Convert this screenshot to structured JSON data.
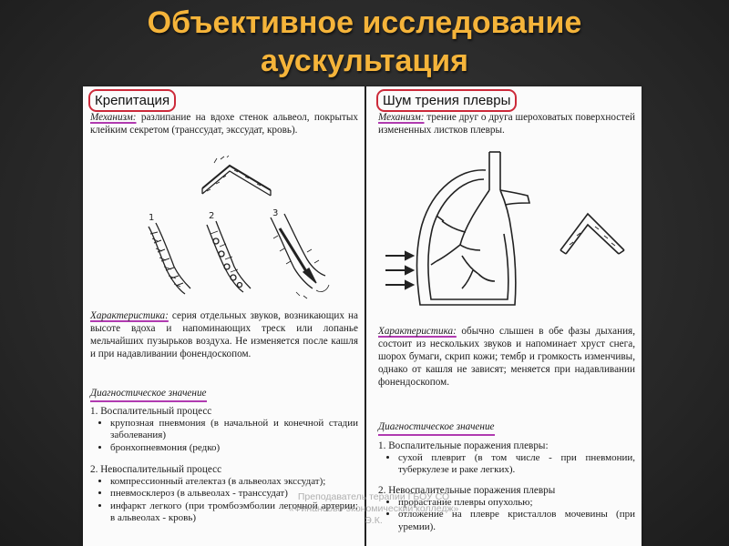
{
  "slide": {
    "title_line1": "Объективное исследование",
    "title_line2": "аускультация"
  },
  "left": {
    "heading": "Крепитация",
    "mechanism_label": "Механизм:",
    "mechanism_text": " разлипание на вдохе стенок альвеол, покрытых клейким секретом (транссудат, экссудат, кровь).",
    "stage_labels": [
      "1",
      "2",
      "3"
    ],
    "characteristic_label": "Характеристика:",
    "characteristic_text": " серия отдельных звуков, возникающих на высоте вдоха и напоминающих треск или лопанье мельчайших пузырьков воздуха. Не изменяется после кашля и при надавливании фонендоскопом.",
    "diag_title": "Диагностическое значение",
    "group1_title": "1. Воспалительный процесс",
    "group1_items": [
      "крупозная пневмония (в начальной и конечной стадии заболевания)",
      "бронхопневмония (редко)"
    ],
    "group2_title": "2. Невоспалительный процесс",
    "group2_items": [
      "компрессионный ателектаз (в альвеолах экссудат);",
      "пневмосклероз (в альвеолах - транссудат)",
      "инфаркт легкого (при тромбоэмболии легочной артерии; в альвеолах - кровь)"
    ]
  },
  "right": {
    "heading": "Шум трения плевры",
    "mechanism_label": "Механизм:",
    "mechanism_text": " трение друг о друга шероховатых поверхностей измененных листков плевры.",
    "characteristic_label": "Характеристика:",
    "characteristic_text": " обычно слышен в обе фазы дыхания, состоит из нескольких звуков и напоминает хруст снега, шорох бумаги, скрип кожи; тембр и громкость изменчивы, однако от кашля не зависят; меняется при надавливании фонендоскопом.",
    "diag_title": "Диагностическое значение",
    "group1_title": "1. Воспалительные поражения плевры:",
    "group1_items": [
      "сухой плеврит (в том числе - при пневмонии, туберкулезе и раке легких)."
    ],
    "group2_title": "2. Невоспалительные поражения плевры",
    "group2_items": [
      "прорастание плевры опухолью;",
      "отложение на плевре кристаллов мочевины (при уремии)."
    ]
  },
  "footer": {
    "line1": "Преподаватель терапии ГБОУ СО",
    "line2": "«Финансово-экономический колледж»",
    "line3": "Э.К."
  }
}
